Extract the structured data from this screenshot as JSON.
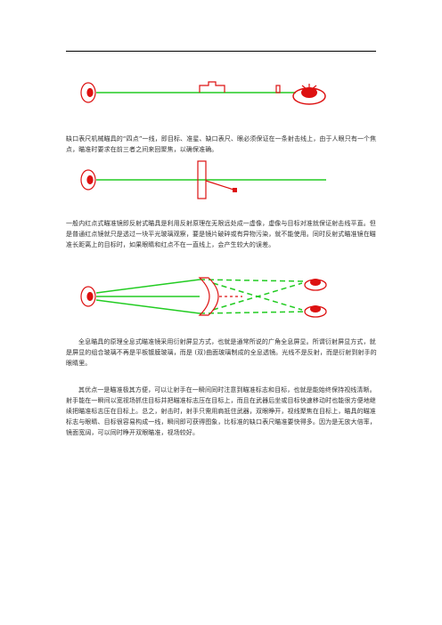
{
  "colors": {
    "beam": "#22cc22",
    "mark": "#dd1111",
    "text": "#333333",
    "rule": "#000000"
  },
  "icons": [
    "eye-icon",
    "target-face-icon"
  ],
  "paragraphs": [
    "缺口表尺机械瞄具的“四点”一线，即目标、准星、缺口表尺、眼必须保证在一条射击线上，由于人眼只有一个焦点，瞄准时要求在前三者之间来回聚焦，以确保准确。",
    "一般内红点式瞄准镜即反射式瞄具是利用反射原理在无限远处成一虚像，虚像与目标对准就保证射击线平直。但是普通红点镜就只是透过一块平光玻璃观察，要是镜片破碎或有异物污染，就不能使用。同时反射式瞄准镜在瞄准长距离上的目标时，如果眼睛和红点不在一直线上，会产生较大的误差。",
    "全息瞄具的原理全息式瞄准镜采用衍射屏显方式，也就是通常所说的广角全息屏显。所谓衍射屏显方式，就是屏显的组合玻璃不再是平板镀膜玻璃，而是 (双)曲面玻璃制成的全息透镜。光线不是反射，而是衍射到射手的眼睛里。",
    "其优点一是瞄准极其方便，可以让射手在一瞬间同时注意到瞄准标志和目标，也就是能始终保持视线清晰。射手能在一瞬间以宽视场抓住目标并把瞄准标志压在目标上，而且在武器后坐或目标快速移动时也能很方便地继续把瞄准标志压在目标上。总之，射击时，射手只需用肩抵住武器，双眼睁开，视线聚焦在目标上，瞄具的瞄准标志与眼睛、目标很容易构成一线，瞬间即可获得图象，比标准的缺口表尺瞄准要快得多。因为是无放大倍率，镜面宽阔，可以同时睁开双眼瞄准，视场较好。"
  ]
}
